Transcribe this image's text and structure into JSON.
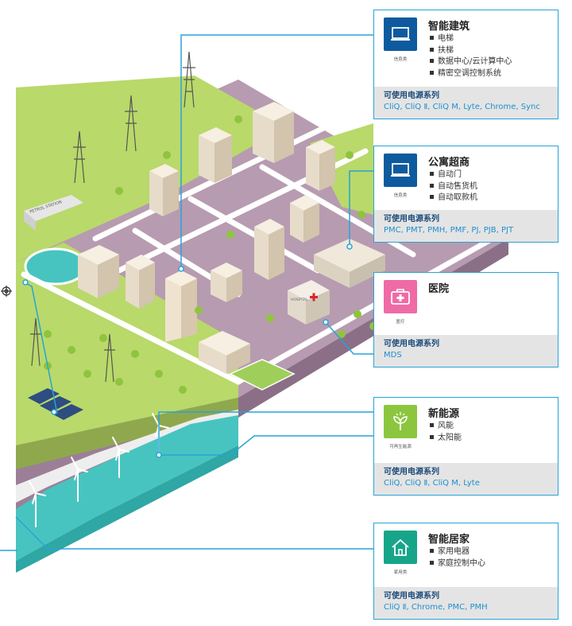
{
  "cards": [
    {
      "title": "智能建筑",
      "category": "信息类",
      "items": [
        "电梯",
        "扶梯",
        "数据中心/云计算中心",
        "精密空调控制系统"
      ],
      "footer_title": "可使用电源系列",
      "series": "CliQ, CliQ Ⅱ, CliQ M, Lyte, Chrome, Sync",
      "icon": "monitor-icon",
      "icon_color": "#0e5a9e"
    },
    {
      "title": "公寓超商",
      "category": "信息类",
      "items": [
        "自动门",
        "自动售货机",
        "自动取款机"
      ],
      "footer_title": "可使用电源系列",
      "series": "PMC, PMT, PMH, PMF, PJ, PJB, PJT",
      "icon": "monitor-icon",
      "icon_color": "#0e5a9e"
    },
    {
      "title": "医院",
      "category": "医疗",
      "items": [],
      "footer_title": "可使用电源系列",
      "series": "MDS",
      "icon": "medical-kit-icon",
      "icon_color": "#ef6ba6"
    },
    {
      "title": "新能源",
      "category": "可再生能源",
      "items": [
        "风能",
        "太阳能"
      ],
      "footer_title": "可使用电源系列",
      "series": "CliQ, CliQ Ⅱ, CliQ M, Lyte",
      "icon": "sprout-icon",
      "icon_color": "#8cc63f"
    },
    {
      "title": "智能居家",
      "category": "家用类",
      "items": [
        "家用电器",
        "家庭控制中心"
      ],
      "footer_title": "可使用电源系列",
      "series": "CliQ Ⅱ, Chrome, PMC, PMH",
      "icon": "house-icon",
      "icon_color": "#17a589"
    }
  ],
  "map": {
    "station_sign": "PETROL STATION",
    "hospital_sign": "HOSPITAL"
  },
  "colors": {
    "accent": "#29a3d8",
    "land": "#b9d96a",
    "block": "#b79bb1",
    "road": "#ffffff",
    "water": "#47c4c0"
  }
}
